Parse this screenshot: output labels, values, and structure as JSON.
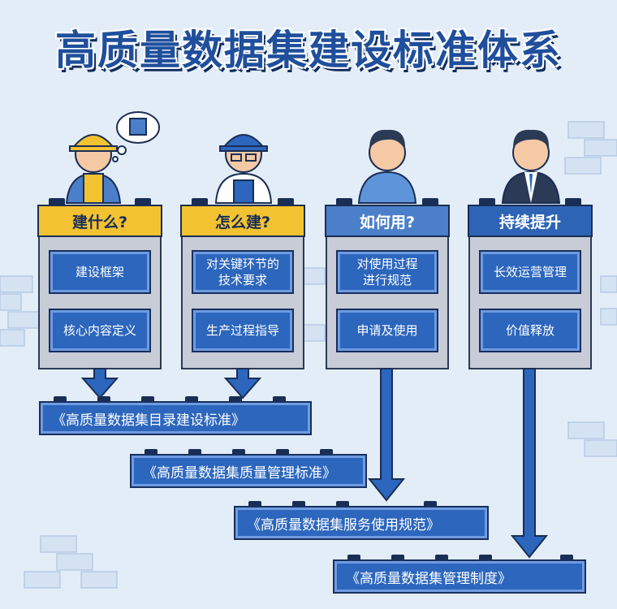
{
  "title": "高质量数据集建设标准体系",
  "columns": [
    {
      "header": "建什么?",
      "items": [
        "建设框架",
        "核心内容定义"
      ]
    },
    {
      "header": "怎么建?",
      "items": [
        "对关键环节的\n技术要求",
        "生产过程指导"
      ]
    },
    {
      "header": "如何用?",
      "items": [
        "对使用过程\n进行规范",
        "申请及使用"
      ]
    },
    {
      "header": "持续提升",
      "items": [
        "长效运营管理",
        "价值释放"
      ]
    }
  ],
  "standards": [
    "《高质量数据集目录建设标准》",
    "《高质量数据集质量管理标准》",
    "《高质量数据集服务使用规范》",
    "《高质量数据集管理制度》"
  ],
  "colors": {
    "yellow": "#f2c230",
    "blue": "#2c66bd",
    "navy": "#1a2e55",
    "background": "#e3edf8"
  }
}
